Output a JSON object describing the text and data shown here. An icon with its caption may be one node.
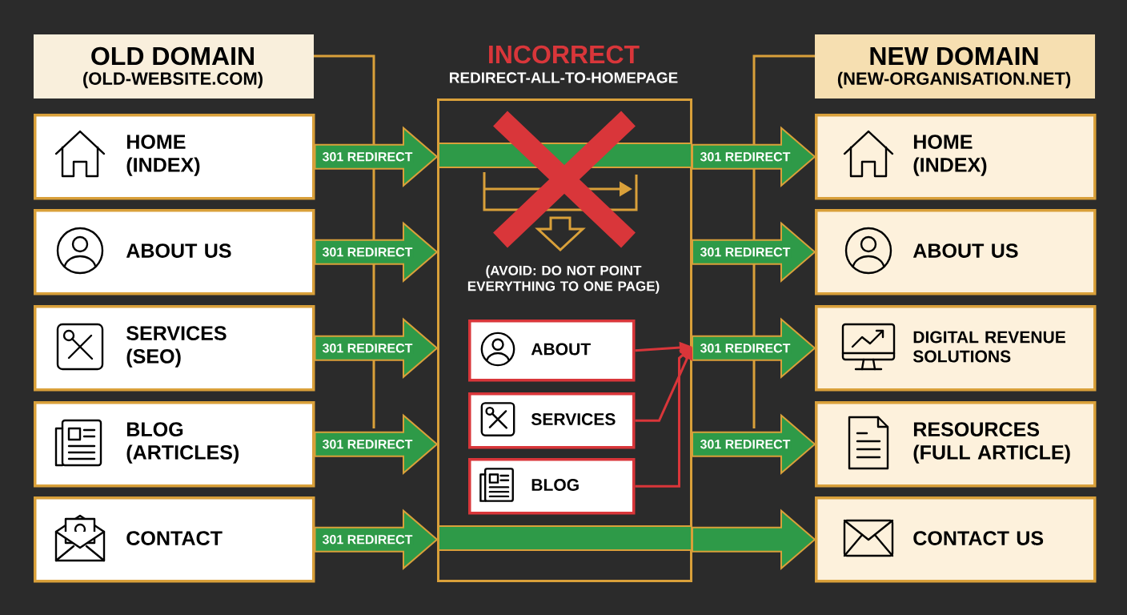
{
  "diagram": {
    "nodes": [
      {
        "text": [
          "OLD DOMAIN",
          "(OLD-WEBSITE.COM)"
        ]
      },
      {
        "text": [
          "HOME (INDEX)"
        ]
      },
      {
        "text": [
          "ABOUT US"
        ]
      },
      {
        "text": [
          "SERVICES (SEO)"
        ]
      },
      {
        "text": [
          "BLOG (ARTICLES)"
        ]
      },
      {
        "text": [
          "CONTACT"
        ]
      },
      {
        "text": [
          "NEW DOMAIN",
          "(NEW-ORGANISATION.NET)"
        ]
      },
      {
        "text": [
          "HOME (INDEX)"
        ]
      },
      {
        "text": [
          "ABOUT US"
        ]
      },
      {
        "text": [
          "DIGITAL REVENUE SOLUTIONS"
        ]
      },
      {
        "text": [
          "RESOURCES (FULL ARTICLE)"
        ]
      },
      {
        "text": [
          "CONTACT US"
        ]
      },
      {
        "text": [
          "INCORRECT",
          "REDIRECT-ALL-TO-HOMEPAGE",
          "(AVOID: DO NOT POINT EVERYTHING TO ONE PAGE)"
        ]
      },
      {
        "text": [
          "ABOUT"
        ],
        "in": 12
      },
      {
        "text": [
          "SERVICES"
        ],
        "in": 12
      },
      {
        "text": [
          "BLOG"
        ],
        "in": 12
      }
    ],
    "edges": [
      {
        "from": 1,
        "to": 12,
        "arrow": "to",
        "label": "301 REDIRECT"
      },
      {
        "from": 12,
        "to": 7,
        "arrow": "to",
        "label": "301 REDIRECT"
      },
      {
        "from": 2,
        "to": 12,
        "arrow": "to",
        "label": "301 REDIRECT"
      },
      {
        "from": 12,
        "to": 8,
        "arrow": "to",
        "label": "301 REDIRECT"
      },
      {
        "from": 3,
        "to": 12,
        "arrow": "to",
        "label": "301 REDIRECT"
      },
      {
        "from": 12,
        "to": 9,
        "arrow": "to",
        "label": "301 REDIRECT"
      },
      {
        "from": 4,
        "to": 12,
        "arrow": "to",
        "label": "301 REDIRECT"
      },
      {
        "from": 12,
        "to": 10,
        "arrow": "to",
        "label": "301 REDIRECT"
      },
      {
        "from": 5,
        "to": 12,
        "arrow": "to",
        "label": "301 REDIRECT"
      },
      {
        "from": 12,
        "to": 11,
        "arrow": "to"
      },
      {
        "from": 13,
        "to": 12,
        "arrow": "to",
        "color": "#d9363a"
      },
      {
        "from": 14,
        "to": 12,
        "arrow": "to",
        "color": "#d9363a"
      },
      {
        "from": 15,
        "to": 12,
        "arrow": "to",
        "color": "#d9363a"
      }
    ]
  }
}
